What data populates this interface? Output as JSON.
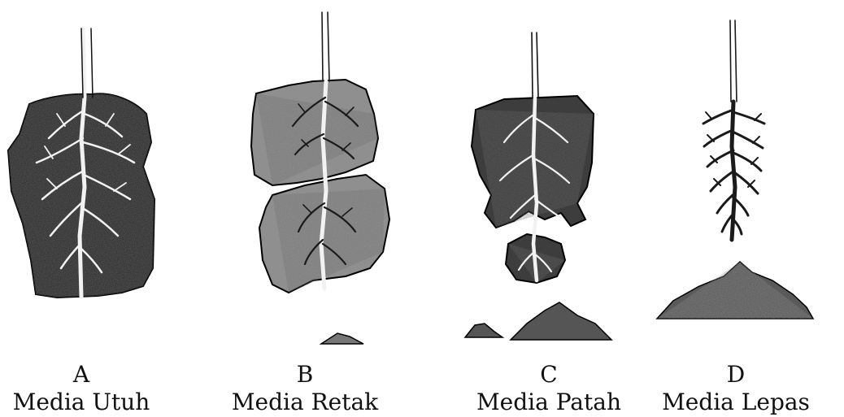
{
  "panels": [
    {
      "letter": "A",
      "caption": "Media Utuh"
    },
    {
      "letter": "B",
      "caption": "Media Retak"
    },
    {
      "letter": "C",
      "caption": "Media Patah"
    },
    {
      "letter": "D",
      "caption": "Media Lepas"
    }
  ],
  "colors": {
    "soil_dark": "#2b2b2b",
    "soil_medium": "#8f8f8f",
    "root_light": "#f2f2f2",
    "root_dark": "#1a1a1a"
  }
}
